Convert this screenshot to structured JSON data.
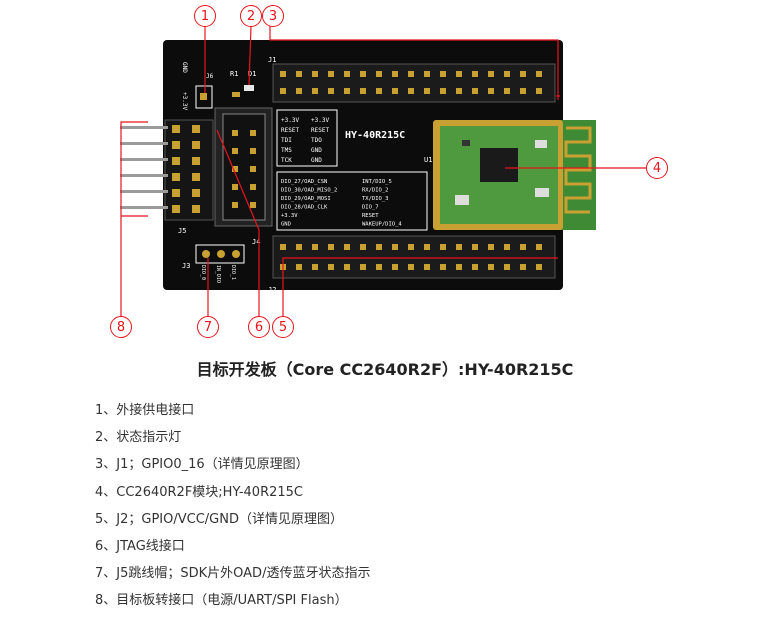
{
  "callouts": [
    "1",
    "2",
    "3",
    "4",
    "5",
    "6",
    "7",
    "8"
  ],
  "caption": "目标开发板（Core CC2640R2F）:HY-40R215C",
  "items": [
    "1、外接供电接口",
    "2、状态指示灯",
    "3、J1；GPIO0_16（详情见原理图）",
    "4、CC2640R2F模块;HY-40R215C",
    "5、J2；GPIO/VCC/GND（详情见原理图）",
    "6、JTAG线接口",
    "7、J5跳线帽；SDK片外OAD/透传蓝牙状态指示",
    "8、目标板转接口（电源/UART/SPI Flash）"
  ],
  "board": {
    "model": "HY-40R215C",
    "j6": "J6",
    "vcc": "+3.3V",
    "gnd": "GND",
    "r1": "R1",
    "d1": "D1",
    "j1": "J1",
    "j2": "J2",
    "j3": "J3",
    "j4": "J4",
    "j5": "J5",
    "u1": "U1",
    "jtag_left": [
      "+3.3V",
      "RESET",
      "TDI",
      "TMS",
      "TCK"
    ],
    "jtag_right": [
      "+3.3V",
      "RESET",
      "TDO",
      "GND",
      "GND"
    ],
    "dio_left": [
      "DIO_27/OAD_CSN",
      "DIO_30/OAD_MISO_2",
      "DIO_29/OAD_MOSI",
      "DIO_28/OAD_CLK",
      "+3.3V",
      "GND"
    ],
    "dio_right": [
      "INT/DIO_5",
      "RX/DIO_2",
      "TX/DIO_3",
      "DIO_7",
      "RESET",
      "WAKEUP/DIO_4"
    ],
    "j3_labels": [
      "DIO_0",
      "IN_DIO",
      "DIO_1"
    ]
  },
  "colors": {
    "accent": "#e8141c",
    "board": "#0c0c0c",
    "module": "#4f9a3f",
    "gold": "#c9a132"
  }
}
